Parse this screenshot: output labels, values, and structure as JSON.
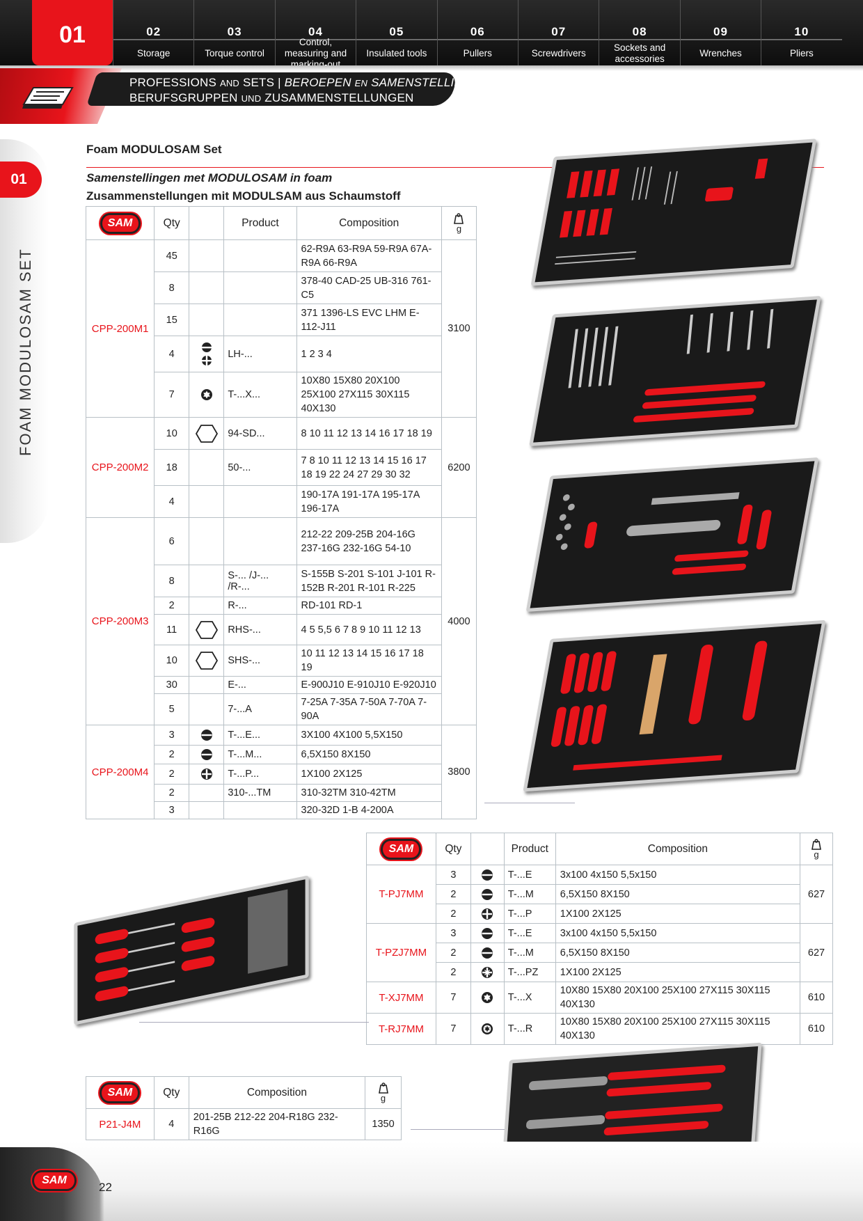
{
  "nav": {
    "active": "01",
    "items": [
      {
        "num": "02",
        "label": "Storage"
      },
      {
        "num": "03",
        "label": "Torque control"
      },
      {
        "num": "04",
        "label": "Control, measuring and marking-out"
      },
      {
        "num": "05",
        "label": "Insulated tools"
      },
      {
        "num": "06",
        "label": "Pullers"
      },
      {
        "num": "07",
        "label": "Screwdrivers"
      },
      {
        "num": "08",
        "label": "Sockets and accessories"
      },
      {
        "num": "09",
        "label": "Wrenches"
      },
      {
        "num": "10",
        "label": "Pliers"
      }
    ]
  },
  "banner": {
    "line1_a": "PROFESSIONS",
    "line1_and": "AND",
    "line1_b": "SETS |",
    "line1_nl": "BEROEPEN",
    "line1_en": "EN",
    "line1_nl2": "SAMENSTELLINGEN |",
    "line2_a": "BERUFSGRUPPEN",
    "line2_und": "UND",
    "line2_b": "ZUSAMMENSTELLUNGEN"
  },
  "side": {
    "tab": "01",
    "title": "FOAM MODULOSAM SET"
  },
  "titles": {
    "en": "Foam MODULOSAM Set",
    "nl": "Samenstellingen met MODULOSAM in foam",
    "de": "Zusammenstellungen mit MODULSAM aus Schaumstoff"
  },
  "logo_text": "SAM",
  "headers": {
    "qty": "Qty",
    "product": "Product",
    "composition": "Composition",
    "weight_unit": "g"
  },
  "table1": {
    "groups": [
      {
        "code": "CPP-200M1",
        "weight": "3100",
        "rows": [
          {
            "qty": "45",
            "icon": "",
            "product": "",
            "composition": "62-R9A  63-R9A  59-R9A  67A-R9A  66-R9A"
          },
          {
            "qty": "8",
            "icon": "",
            "product": "",
            "composition": "378-40  CAD-25  UB-316  761-C5"
          },
          {
            "qty": "15",
            "icon": "",
            "product": "",
            "composition": "371  1396-LS  EVC  LHM  E-112-J11"
          },
          {
            "qty": "4",
            "icon": "slot-phillips-icon",
            "product": "LH-...",
            "composition": "1  2  3  4"
          },
          {
            "qty": "7",
            "icon": "torx-icon",
            "product": "T-...X...",
            "composition": "10X80  15X80  20X100  25X100  27X115  30X115  40X130"
          }
        ]
      },
      {
        "code": "CPP-200M2",
        "weight": "6200",
        "rows": [
          {
            "qty": "10",
            "icon": "hex-icon",
            "product": "94-SD...",
            "composition": "8  10  11  12  13  14  16  17  18  19"
          },
          {
            "qty": "18",
            "icon": "",
            "product": "50-...",
            "composition": "7  8  10  11  12  13  14  15  16  17  18  19  22  24  27  29  30  32"
          },
          {
            "qty": "4",
            "icon": "",
            "product": "",
            "composition": "190-17A  191-17A  195-17A  196-17A"
          }
        ]
      },
      {
        "code": "CPP-200M3",
        "weight": "4000",
        "rows": [
          {
            "qty": "6",
            "icon": "",
            "product": "",
            "composition": "212-22  209-25B  204-16G  237-16G  232-16G  54-10"
          },
          {
            "qty": "8",
            "icon": "",
            "product": "S-... /J-... /R-...",
            "composition": "S-155B  S-201  S-101  J-101  R-152B  R-201  R-101  R-225"
          },
          {
            "qty": "2",
            "icon": "",
            "product": "R-...",
            "composition": "RD-101  RD-1"
          },
          {
            "qty": "11",
            "icon": "hex-icon",
            "product": "RHS-...",
            "composition": "4  5  5,5  6  7  8  9  10  11  12  13"
          },
          {
            "qty": "10",
            "icon": "hex-icon",
            "product": "SHS-...",
            "composition": "10  11  12  13  14  15  16  17  18  19"
          },
          {
            "qty": "30",
            "icon": "",
            "product": "E-...",
            "composition": "E-900J10  E-910J10  E-920J10"
          },
          {
            "qty": "5",
            "icon": "",
            "product": "7-...A",
            "composition": "7-25A  7-35A  7-50A  7-70A  7-90A"
          }
        ]
      },
      {
        "code": "CPP-200M4",
        "weight": "3800",
        "rows": [
          {
            "qty": "3",
            "icon": "slot-icon",
            "product": "T-...E...",
            "composition": "3X100  4X100  5,5X150"
          },
          {
            "qty": "2",
            "icon": "slot-icon",
            "product": "T-...M...",
            "composition": "6,5X150  8X150"
          },
          {
            "qty": "2",
            "icon": "phillips-icon",
            "product": "T-...P...",
            "composition": "1X100  2X125"
          },
          {
            "qty": "2",
            "icon": "",
            "product": "310-...TM",
            "composition": "310-32TM  310-42TM"
          },
          {
            "qty": "3",
            "icon": "",
            "product": "",
            "composition": "320-32D  1-B  4-200A"
          }
        ]
      }
    ]
  },
  "table2": {
    "groups": [
      {
        "code": "T-PJ7MM",
        "weight": "627",
        "rows": [
          {
            "qty": "3",
            "icon": "slot-icon",
            "product": "T-...E",
            "composition": "3x100  4x150  5,5x150"
          },
          {
            "qty": "2",
            "icon": "slot-icon",
            "product": "T-...M",
            "composition": "6,5X150  8X150"
          },
          {
            "qty": "2",
            "icon": "phillips-icon",
            "product": "T-...P",
            "composition": "1X100  2X125"
          }
        ]
      },
      {
        "code": "T-PZJ7MM",
        "weight": "627",
        "rows": [
          {
            "qty": "3",
            "icon": "slot-icon",
            "product": "T-...E",
            "composition": "3x100  4x150  5,5x150"
          },
          {
            "qty": "2",
            "icon": "slot-icon",
            "product": "T-...M",
            "composition": "6,5X150  8X150"
          },
          {
            "qty": "2",
            "icon": "pozidriv-icon",
            "product": "T-...PZ",
            "composition": "1X100  2X125"
          }
        ]
      },
      {
        "code": "T-XJ7MM",
        "weight": "610",
        "rows": [
          {
            "qty": "7",
            "icon": "torx-icon",
            "product": "T-...X",
            "composition": "10X80  15X80  20X100  25X100  27X115  30X115  40X130"
          }
        ]
      },
      {
        "code": "T-RJ7MM",
        "weight": "610",
        "rows": [
          {
            "qty": "7",
            "icon": "torx-plus-icon",
            "product": "T-...R",
            "composition": "10X80  15X80  20X100  25X100  27X115  30X115  40X130"
          }
        ]
      }
    ]
  },
  "table3": {
    "rows": [
      {
        "code": "P21-J4M",
        "qty": "4",
        "composition": "201-25B  212-22  204-R18G  232-R16G",
        "weight": "1350"
      }
    ]
  },
  "footer": {
    "logo": "SAM",
    "page": "22"
  },
  "colors": {
    "accent": "#e8141b",
    "dark": "#1c1c1c",
    "border": "#b8c0c6"
  }
}
